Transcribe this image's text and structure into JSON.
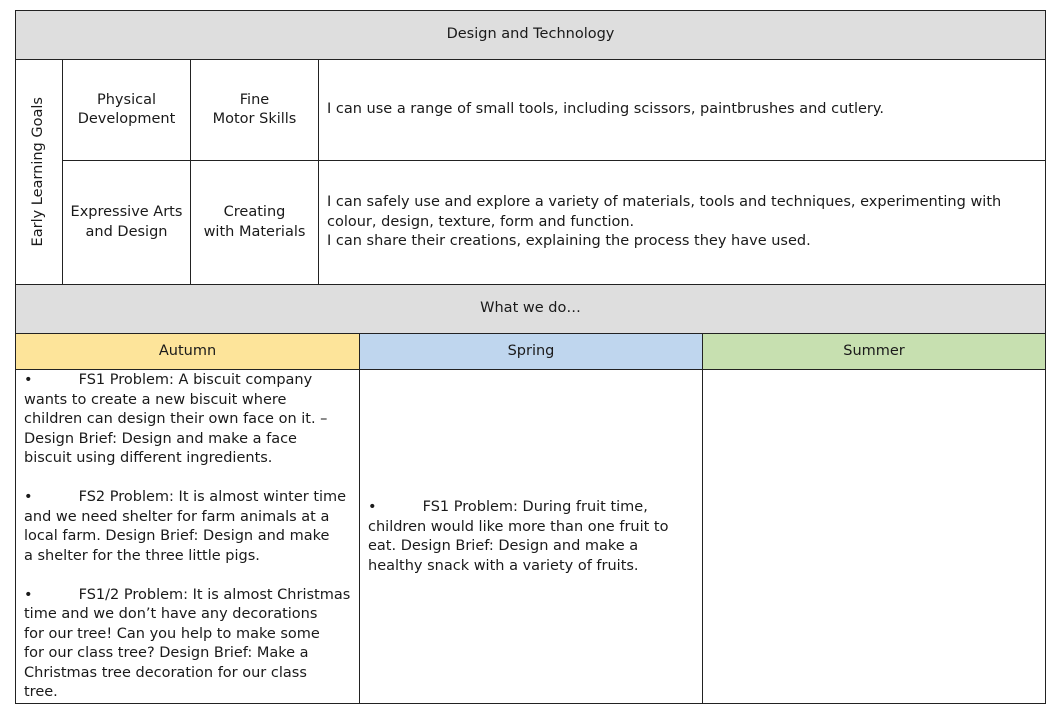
{
  "header": {
    "title": "Design and Technology"
  },
  "elg": {
    "side_label": "Early Learning Goals",
    "rows": [
      {
        "area": [
          "Physical",
          "Development"
        ],
        "goal": [
          "Fine",
          "Motor Skills"
        ],
        "statements": [
          "I can use a range of small tools, including scissors, paintbrushes and cutlery."
        ]
      },
      {
        "area": [
          "Expressive Arts",
          "and Design"
        ],
        "goal": [
          "Creating",
          "with Materials"
        ],
        "statements": [
          "I can safely use and explore a variety of materials, tools and techniques, experimenting with",
          "colour, design, texture, form and function.",
          "I can share their creations, explaining the process they have used."
        ]
      }
    ]
  },
  "what_we_do": {
    "title": "What we do…"
  },
  "terms": {
    "autumn": "Autumn",
    "spring": "Spring",
    "summer": "Summer"
  },
  "autumn_items": [
    [
      "•          FS1 Problem: A biscuit company",
      "wants to create a new biscuit where",
      "children can design their own face on it. –",
      "Design Brief: Design and make a face",
      "biscuit using different ingredients."
    ],
    [
      "•          FS2 Problem: It is almost winter time",
      "and we need shelter for farm animals at a",
      "local farm. Design Brief: Design and make",
      "a shelter for the three little pigs."
    ],
    [
      "•          FS1/2 Problem: It is almost Christmas",
      "time and we don’t have any decorations",
      "for our tree! Can you help to make some",
      "for our class tree?  Design Brief: Make a",
      "Christmas tree decoration for our class",
      "tree."
    ]
  ],
  "spring_items": [
    [
      "•          FS1 Problem: During fruit time,",
      "children would like more than one fruit to",
      "eat. Design Brief: Design and make a",
      "healthy snack with a variety of fruits."
    ]
  ],
  "summer_items": []
}
